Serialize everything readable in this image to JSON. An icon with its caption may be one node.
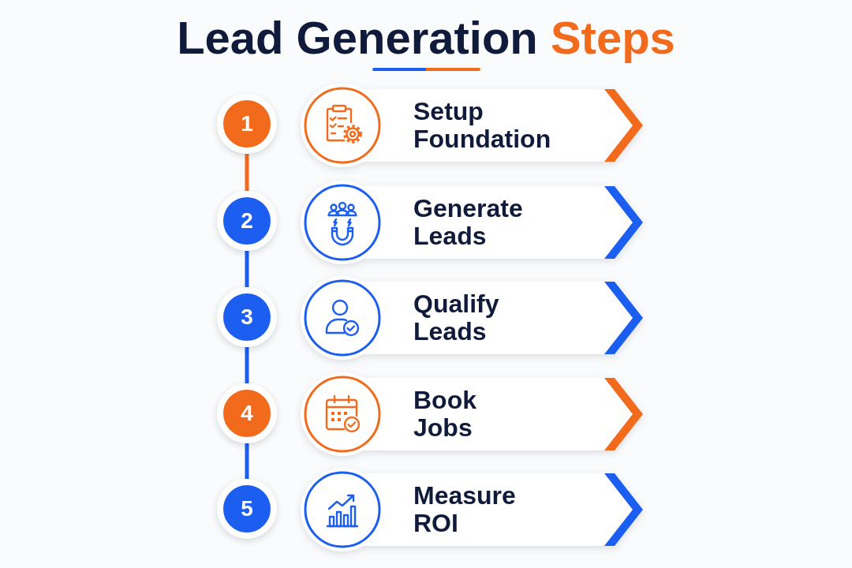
{
  "diagram": {
    "title": "Lead Generation Steps",
    "nodes": [
      {
        "text": [
          "1"
        ]
      },
      {
        "text": [
          "Setup Foundation"
        ]
      },
      {
        "text": [
          "2"
        ]
      },
      {
        "text": [
          "Generate Leads"
        ]
      },
      {
        "text": [
          "3"
        ]
      },
      {
        "text": [
          "Qualify Leads"
        ]
      },
      {
        "text": [
          "4"
        ]
      },
      {
        "text": [
          "Book Jobs"
        ]
      },
      {
        "text": [
          "5"
        ]
      },
      {
        "text": [
          "Measure ROI"
        ]
      }
    ],
    "edges": [
      {
        "from": 0,
        "to": 2,
        "arrow": "none",
        "color": "#f26b1d"
      },
      {
        "from": 2,
        "to": 4,
        "arrow": "none"
      },
      {
        "from": 4,
        "to": 6,
        "arrow": "none"
      },
      {
        "from": 6,
        "to": 8,
        "arrow": "none"
      }
    ]
  }
}
